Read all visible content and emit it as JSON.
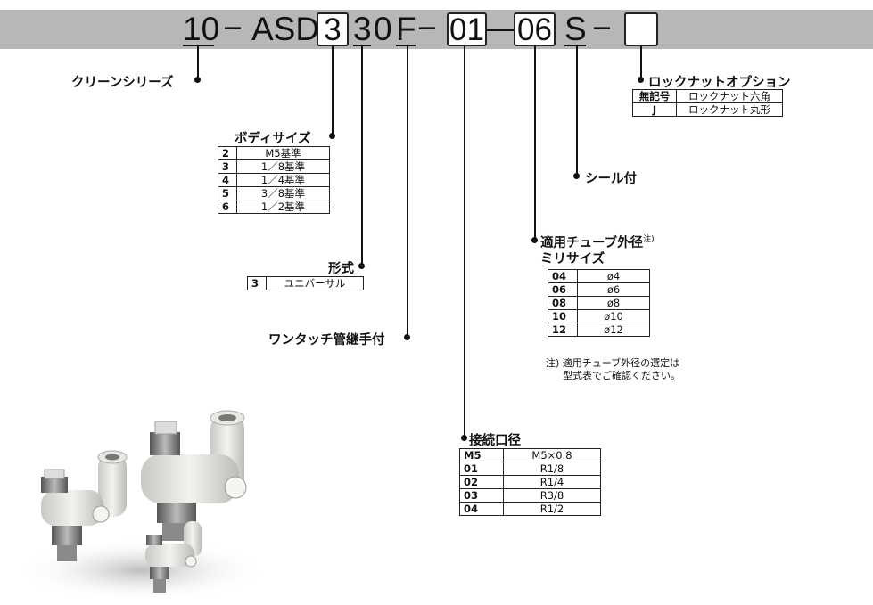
{
  "code_parts": {
    "prefix": "10",
    "dash1": "−",
    "series": "ASD",
    "body_size": "3",
    "type": "3",
    "zero": "0",
    "f": "F",
    "dash2": "−",
    "port": "01",
    "tube": "06",
    "seal": "S",
    "dash3": "−",
    "option": ""
  },
  "labels": {
    "cleanroom": "クリーンシリーズ",
    "body_size": "ボディサイズ",
    "type": "形式",
    "one_touch": "ワンタッチ管継手付",
    "connection": "接続口径",
    "tube_od": "適用チューブ外径",
    "tube_od_note_mark": "注)",
    "metric": "ミリサイズ",
    "seal": "シール付",
    "locknut": "ロックナットオプション"
  },
  "tables": {
    "body_size": [
      {
        "key": "2",
        "value": "M5基準"
      },
      {
        "key": "3",
        "value": "1／8基準"
      },
      {
        "key": "4",
        "value": "1／4基準"
      },
      {
        "key": "5",
        "value": "3／8基準"
      },
      {
        "key": "6",
        "value": "1／2基準"
      }
    ],
    "type": [
      {
        "key": "3",
        "value": "ユニバーサル"
      }
    ],
    "tube_od": [
      {
        "key": "04",
        "value": "ø4"
      },
      {
        "key": "06",
        "value": "ø6"
      },
      {
        "key": "08",
        "value": "ø8"
      },
      {
        "key": "10",
        "value": "ø10"
      },
      {
        "key": "12",
        "value": "ø12"
      }
    ],
    "connection": [
      {
        "key": "M5",
        "value": "M5×0.8"
      },
      {
        "key": "01",
        "value": "R1/8"
      },
      {
        "key": "02",
        "value": "R1/4"
      },
      {
        "key": "03",
        "value": "R3/8"
      },
      {
        "key": "04",
        "value": "R1/2"
      }
    ],
    "locknut": [
      {
        "key": "無記号",
        "value": "ロックナット六角"
      },
      {
        "key": "J",
        "value": "ロックナット丸形"
      }
    ]
  },
  "notes": {
    "tube_note_line1": "注) 適用チューブ外径の選定は",
    "tube_note_line2": "型式表でご確認ください。"
  },
  "colors": {
    "band": "#b7b7b7",
    "product_body": "#e4e4e0",
    "metal": "#8c8c8c"
  }
}
